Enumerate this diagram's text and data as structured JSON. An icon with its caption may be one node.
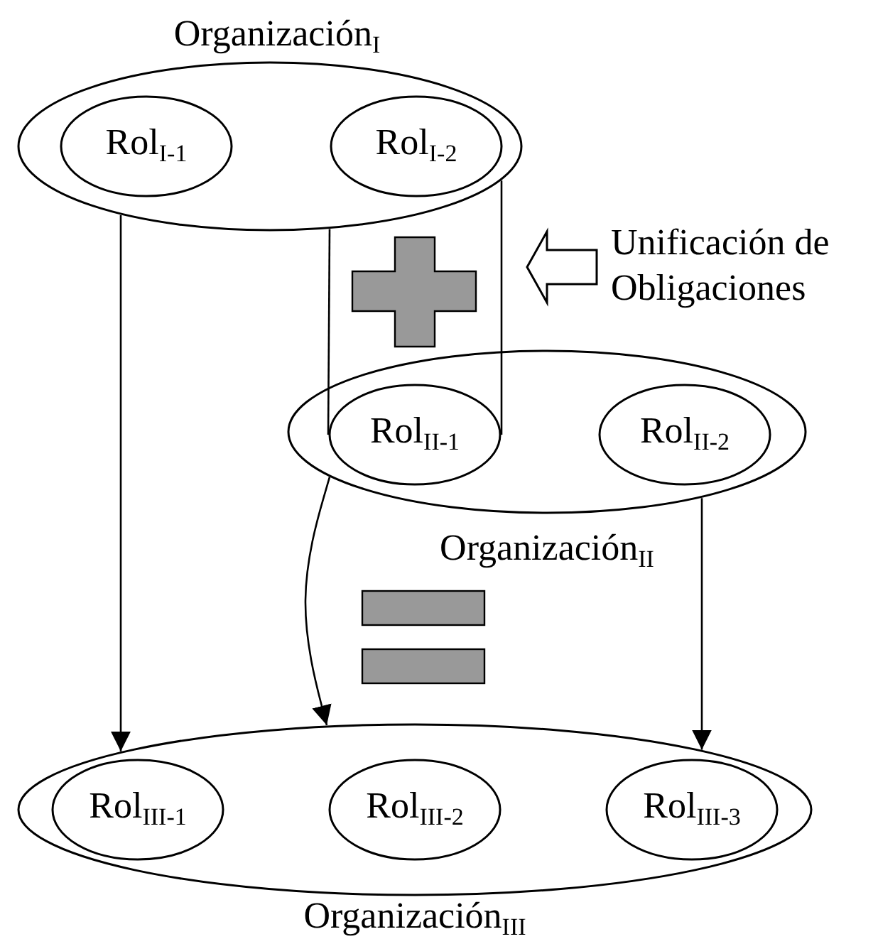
{
  "diagram": {
    "nodes": [
      {
        "text": [
          "Organización$_{I}$"
        ]
      },
      {
        "text": [
          "Rol$_{I-1}$"
        ],
        "in": 0
      },
      {
        "text": [
          "Rol$_{I-2}$"
        ],
        "in": 0
      },
      {
        "text": [
          "Unificación de Obligaciones"
        ]
      },
      {
        "text": [
          "Organización$_{II}$"
        ]
      },
      {
        "text": [
          "Rol$_{II-1}$"
        ],
        "in": 4
      },
      {
        "text": [
          "Rol$_{II-2}$"
        ],
        "in": 4
      },
      {
        "text": [
          "Organización$_{III}$"
        ]
      },
      {
        "text": [
          "Rol$_{III-1}$"
        ],
        "in": 7
      },
      {
        "text": [
          "Rol$_{III-2}$"
        ],
        "in": 7
      },
      {
        "text": [
          "Rol$_{III-3}$"
        ],
        "in": 7
      }
    ],
    "edges": [
      {
        "from": 0,
        "to": 5,
        "arrow": "none"
      },
      {
        "from": 0,
        "to": 5,
        "arrow": "none"
      },
      {
        "from": 0,
        "to": 7,
        "arrow": "to"
      },
      {
        "from": 4,
        "to": 7,
        "arrow": "to"
      },
      {
        "from": 4,
        "to": 7,
        "arrow": "to"
      },
      {
        "from": 3,
        "to": null,
        "arrow": "to"
      }
    ]
  }
}
